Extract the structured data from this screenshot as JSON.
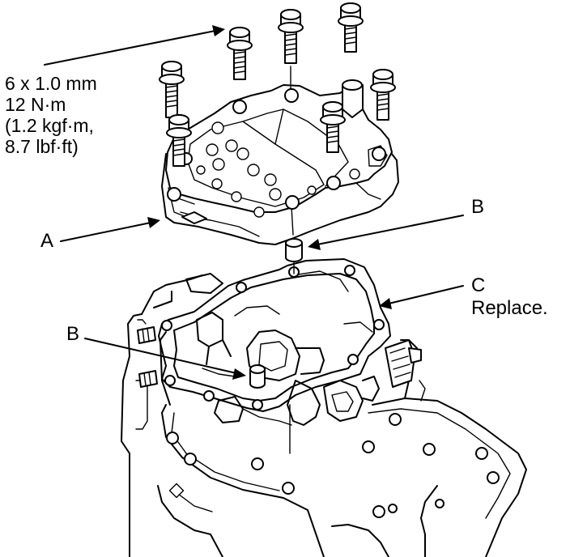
{
  "callouts": {
    "bolt_spec": [
      "6 x 1.0 mm",
      "12 N·m",
      "(1.2 kgf·m,",
      "8.7 lbf·ft)"
    ],
    "a": "A",
    "b_top": "B",
    "b_left": "B",
    "c": "C",
    "c_note": "Replace."
  }
}
